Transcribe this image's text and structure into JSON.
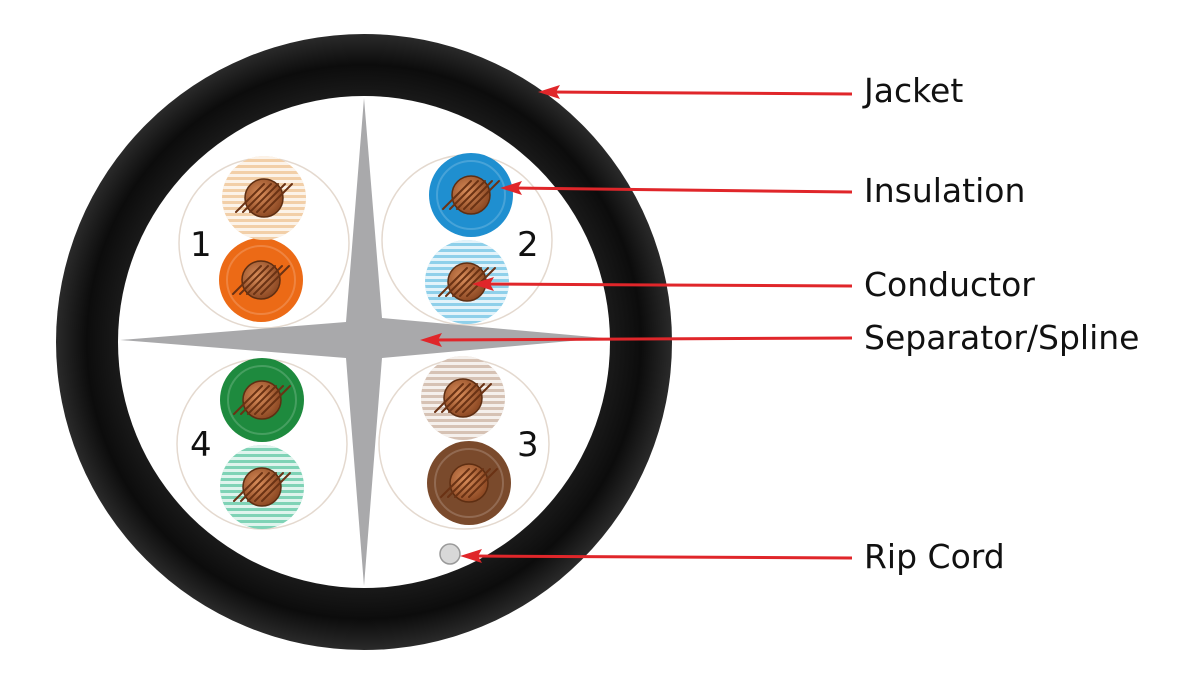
{
  "diagram": {
    "labels": {
      "jacket": "Jacket",
      "insulation": "Insulation",
      "conductor": "Conductor",
      "separator": "Separator/Spline",
      "rip_cord": "Rip Cord"
    },
    "pairs": [
      {
        "number": "1",
        "solid_color": "#ec6a16",
        "stripe_color": "#f2cfa8"
      },
      {
        "number": "2",
        "solid_color": "#1f8fd0",
        "stripe_color": "#8fd0ea"
      },
      {
        "number": "3",
        "solid_color": "#7a4a2c",
        "stripe_color": "#d6c2b4"
      },
      {
        "number": "4",
        "solid_color": "#1e8a3e",
        "stripe_color": "#7fd3b6"
      }
    ],
    "colors": {
      "jacket": "#141414",
      "separator": "#a9a9ab",
      "copper": "#b86b3c",
      "arrow": "#e0262a"
    }
  }
}
